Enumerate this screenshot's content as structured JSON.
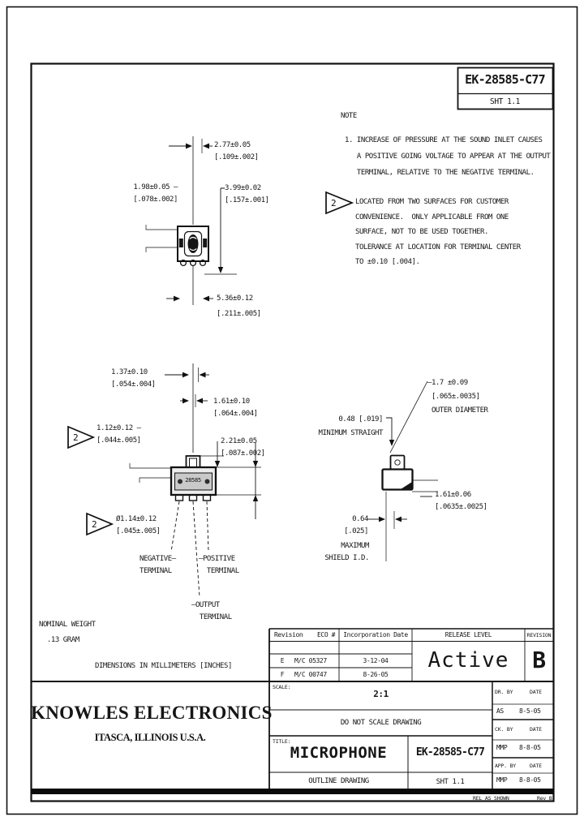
{
  "id_box": {
    "part": "EK-28585-C77",
    "sheet": "SHT 1.1"
  },
  "notes": {
    "heading": "NOTE",
    "n1": "1. INCREASE OF PRESSURE AT THE SOUND INLET CAUSES\n   A POSITIVE GOING VOLTAGE TO APPEAR AT THE OUTPUT\n   TERMINAL, RELATIVE TO THE NEGATIVE TERMINAL.",
    "n2_flag": "2",
    "n2": "LOCATED FROM TWO SURFACES FOR CUSTOMER\nCONVENIENCE.  ONLY APPLICABLE FROM ONE\nSURFACE, NOT TO BE USED TOGETHER.\nTOLERANCE AT LOCATION FOR TERMINAL CENTER\nTO ±0.10 [.004]."
  },
  "top_view": {
    "dim_width": "2.77±0.05\n[.109±.002]",
    "dim_left": "1.98±0.05 —\n[.078±.002]",
    "dim_height": "3.99±0.02\n[.157±.001]",
    "dim_bottom": "5.36±0.12\n[.211±.005]"
  },
  "front_view": {
    "marking": "28585",
    "flag_a": "2",
    "flag_b": "2",
    "dim_offset": "1.37±0.10\n[.054±.004]",
    "dim_pitch": "1.61±0.10\n[.064±.004]",
    "dim_terminal": "1.12±0.12 —\n[.044±.005]",
    "dim_nozzle": "2.21±0.05\n[.087±.002]",
    "dim_terminal_dia": "Ø1.14±0.12\n[.045±.005]",
    "label_negative": "NEGATIVE—\nTERMINAL",
    "label_positive": "—POSITIVE\n  TERMINAL",
    "label_output": "—OUTPUT\n  TERMINAL"
  },
  "side_view": {
    "dim_outer_dia": "—1.7 ±0.09\n [.065±.0035]\n OUTER DIAMETER",
    "dim_min_straight": "0.48 [.019]\nMINIMUM STRAIGHT",
    "dim_height": "1.61±0.06\n[.0635±.0025]",
    "dim_skirt": "0.64\n[.025]",
    "dim_skirt_label": "MAXIMUM\nSHIELD I.D."
  },
  "general": {
    "weight": "NOMINAL WEIGHT\n  .13 GRAM",
    "units": "DIMENSIONS IN MILLIMETERS [INCHES]"
  },
  "revision_table": {
    "col_rev_eco": "Revision    ECO #",
    "col_date": "Incorporation Date",
    "col_release": "RELEASE LEVEL",
    "col_revision": "REVISION",
    "rows": [
      {
        "rev": "E",
        "eco": "M/C 05327",
        "date": "3-12-04"
      },
      {
        "rev": "F",
        "eco": "M/C 00747",
        "date": "8-26-05"
      }
    ],
    "release_value": "Active",
    "revision_value": "B"
  },
  "title_block": {
    "scale_label": "SCALE:",
    "scale_value": "2:1",
    "warning": "DO NOT SCALE DRAWING",
    "title_label": "TITLE:",
    "title": "MICROPHONE",
    "subtitle": "OUTLINE DRAWING",
    "part": "EK-28585-C77",
    "sheet": "SHT 1.1",
    "company": "KNOWLES ELECTRONICS",
    "company_location": "ITASCA, ILLINOIS U.S.A.",
    "sign": [
      {
        "role": "DR. BY",
        "date_label": "DATE",
        "name": "AS",
        "date": "8-5-05"
      },
      {
        "role": "CK. BY",
        "date_label": "DATE",
        "name": "MMP",
        "date": "8-8-05"
      },
      {
        "role": "APP. BY",
        "date_label": "DATE",
        "name": "MMP",
        "date": "8-8-05"
      }
    ],
    "footer_left": "REL AS SHOWN",
    "footer_right": "Rev B"
  }
}
